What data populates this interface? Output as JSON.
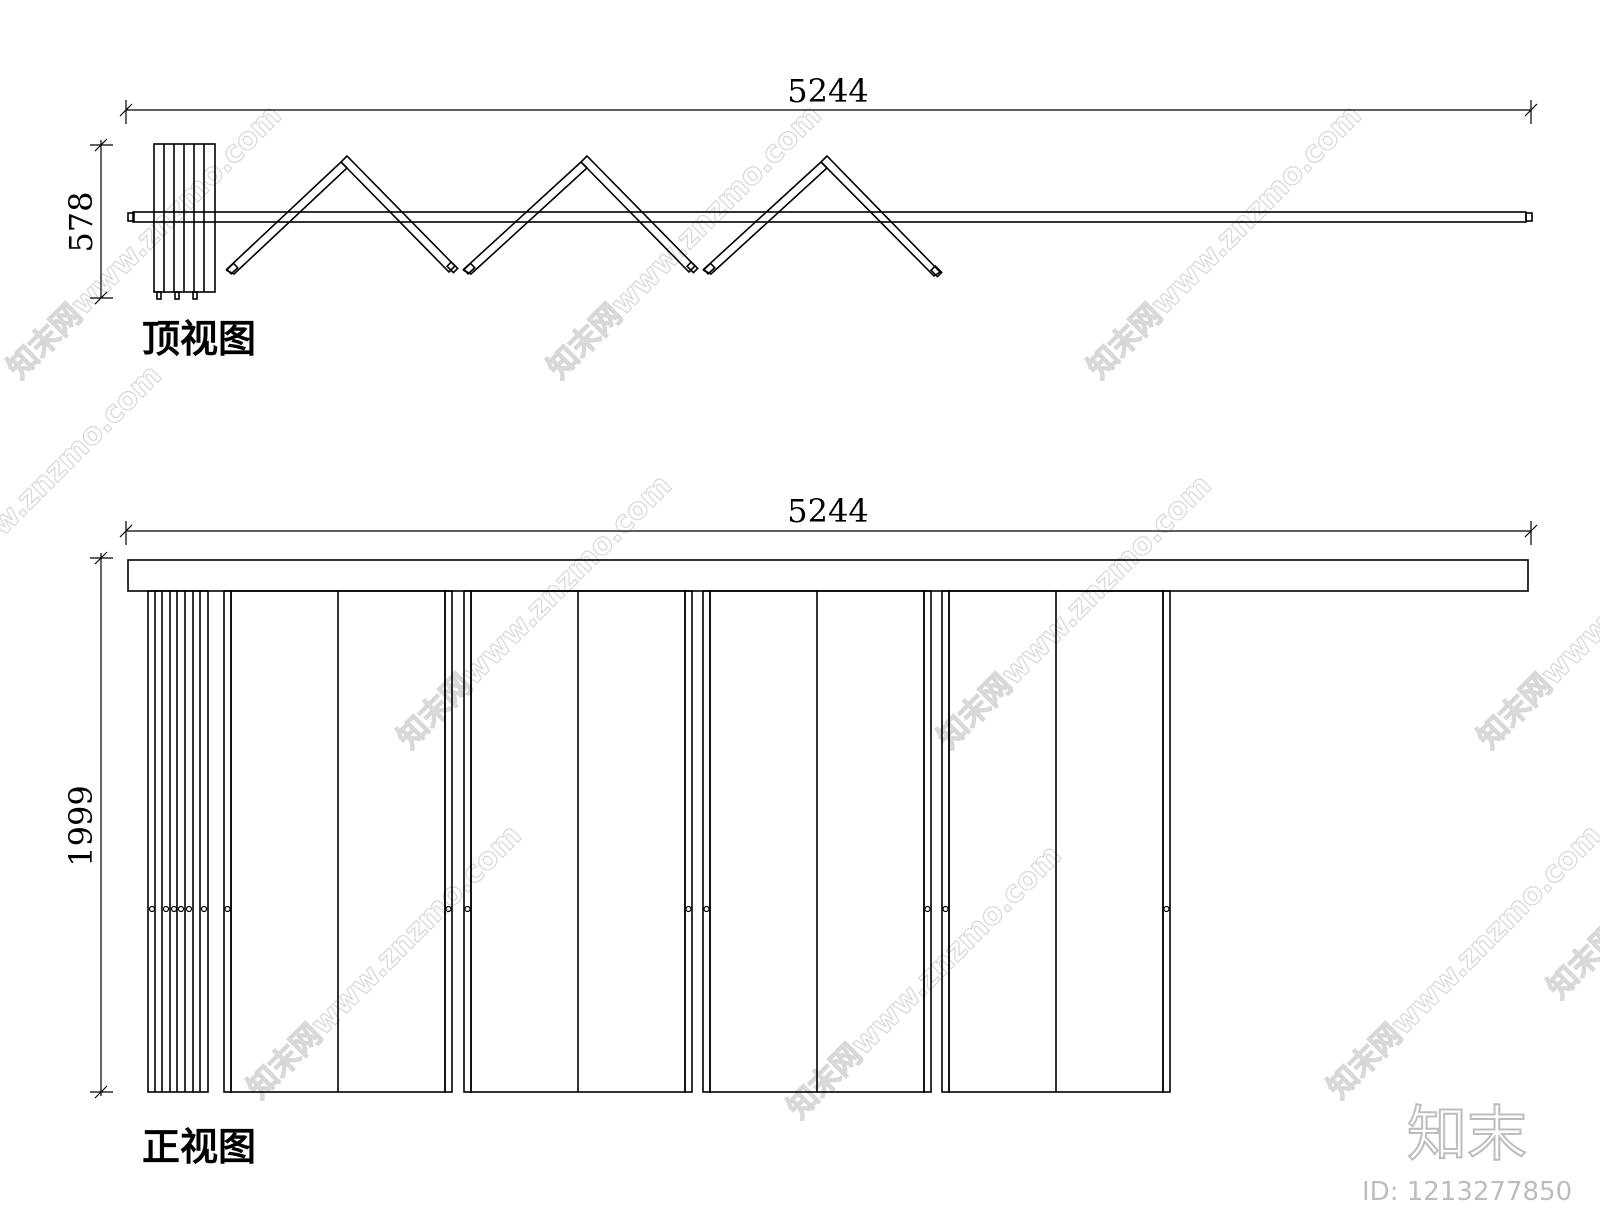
{
  "top_view": {
    "title": "顶视图",
    "width_dim": "5244",
    "depth_dim": "578"
  },
  "front_view": {
    "title": "正视图",
    "width_dim": "5244",
    "height_dim": "1999"
  },
  "watermark": {
    "text": "知末网www.znzmo.com"
  },
  "brand": {
    "logo_text": "知末",
    "id_label": "ID: 1213277850"
  }
}
